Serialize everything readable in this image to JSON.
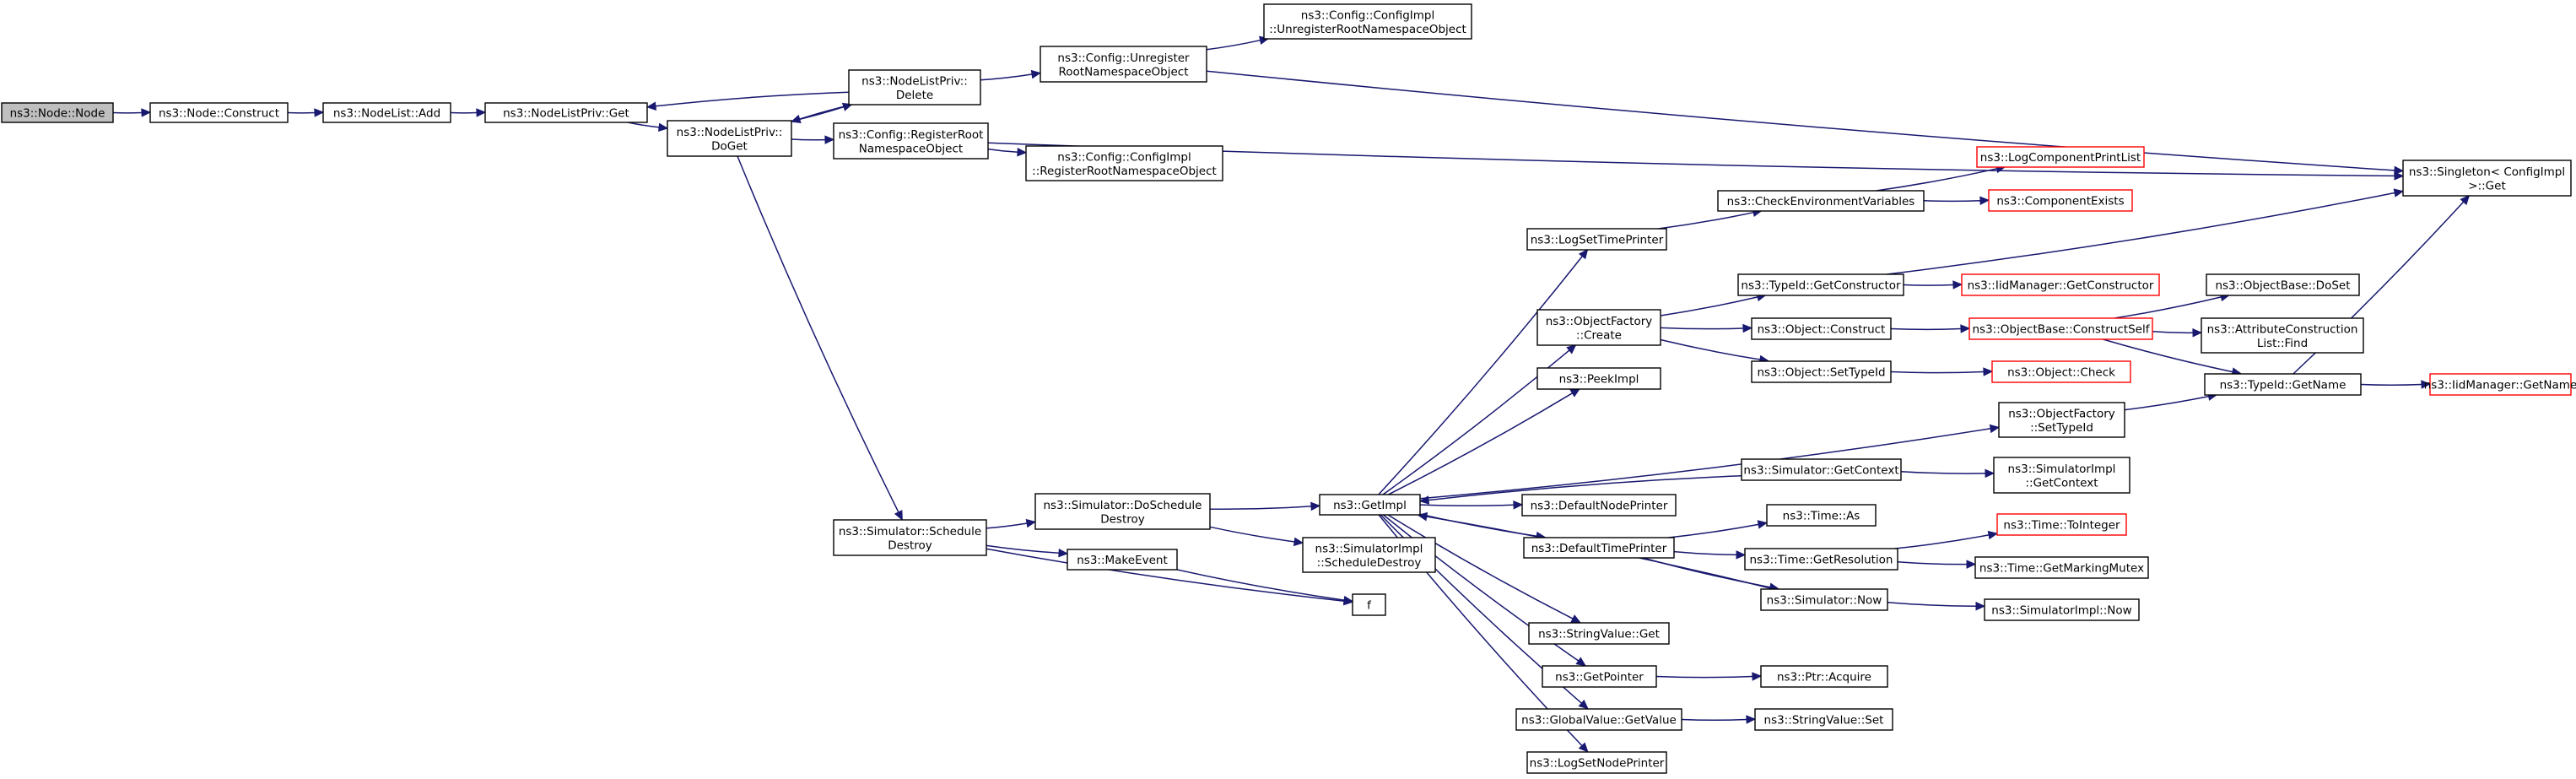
{
  "nodes": [
    {
      "id": "node",
      "lines": [
        "ns3::Node::Node"
      ],
      "style": "root"
    },
    {
      "id": "construct",
      "lines": [
        "ns3::Node::Construct"
      ],
      "style": "normal"
    },
    {
      "id": "nodelist_add",
      "lines": [
        "ns3::NodeList::Add"
      ],
      "style": "normal"
    },
    {
      "id": "nlp_get",
      "lines": [
        "ns3::NodeListPriv::Get"
      ],
      "style": "normal"
    },
    {
      "id": "nlp_delete",
      "lines": [
        "ns3::NodeListPriv::",
        "Delete"
      ],
      "style": "normal"
    },
    {
      "id": "nlp_doget",
      "lines": [
        "ns3::NodeListPriv::",
        "DoGet"
      ],
      "style": "normal"
    },
    {
      "id": "cfg_unreg",
      "lines": [
        "ns3::Config::Unregister",
        "RootNamespaceObject"
      ],
      "style": "normal"
    },
    {
      "id": "cfgimpl_unreg",
      "lines": [
        "ns3::Config::ConfigImpl",
        "::UnregisterRootNamespaceObject"
      ],
      "style": "normal"
    },
    {
      "id": "cfg_reg",
      "lines": [
        "ns3::Config::RegisterRoot",
        "NamespaceObject"
      ],
      "style": "normal"
    },
    {
      "id": "cfgimpl_reg",
      "lines": [
        "ns3::Config::ConfigImpl",
        "::RegisterRootNamespaceObject"
      ],
      "style": "normal"
    },
    {
      "id": "singleton_get",
      "lines": [
        "ns3::Singleton< ConfigImpl",
        " >::Get"
      ],
      "style": "normal"
    },
    {
      "id": "sim_sched_destroy",
      "lines": [
        "ns3::Simulator::Schedule",
        "Destroy"
      ],
      "style": "normal"
    },
    {
      "id": "sim_dosched_destroy",
      "lines": [
        "ns3::Simulator::DoSchedule",
        "Destroy"
      ],
      "style": "normal"
    },
    {
      "id": "makeevent",
      "lines": [
        "ns3::MakeEvent"
      ],
      "style": "normal"
    },
    {
      "id": "f",
      "lines": [
        "f"
      ],
      "style": "normal"
    },
    {
      "id": "getimpl",
      "lines": [
        "ns3::GetImpl"
      ],
      "style": "normal"
    },
    {
      "id": "simimpl_sched_destroy",
      "lines": [
        "ns3::SimulatorImpl",
        "::ScheduleDestroy"
      ],
      "style": "normal"
    },
    {
      "id": "log_set_time_printer",
      "lines": [
        "ns3::LogSetTimePrinter"
      ],
      "style": "normal"
    },
    {
      "id": "check_env",
      "lines": [
        "ns3::CheckEnvironmentVariables"
      ],
      "style": "normal"
    },
    {
      "id": "log_comp_print_list",
      "lines": [
        "ns3::LogComponentPrintList"
      ],
      "style": "trunc"
    },
    {
      "id": "comp_exists",
      "lines": [
        "ns3::ComponentExists"
      ],
      "style": "trunc"
    },
    {
      "id": "objfactory_create",
      "lines": [
        "ns3::ObjectFactory",
        "::Create"
      ],
      "style": "normal"
    },
    {
      "id": "typeid_getctor",
      "lines": [
        "ns3::TypeId::GetConstructor"
      ],
      "style": "normal"
    },
    {
      "id": "iidmgr_getctor",
      "lines": [
        "ns3::IidManager::GetConstructor"
      ],
      "style": "trunc"
    },
    {
      "id": "obj_construct",
      "lines": [
        "ns3::Object::Construct"
      ],
      "style": "normal"
    },
    {
      "id": "objbase_constructself",
      "lines": [
        "ns3::ObjectBase::ConstructSelf"
      ],
      "style": "trunc"
    },
    {
      "id": "objbase_doset",
      "lines": [
        "ns3::ObjectBase::DoSet"
      ],
      "style": "normal"
    },
    {
      "id": "attr_list_find",
      "lines": [
        "ns3::AttributeConstruction",
        "List::Find"
      ],
      "style": "normal"
    },
    {
      "id": "obj_settypeid",
      "lines": [
        "ns3::Object::SetTypeId"
      ],
      "style": "normal"
    },
    {
      "id": "obj_check",
      "lines": [
        "ns3::Object::Check"
      ],
      "style": "trunc"
    },
    {
      "id": "peekimpl",
      "lines": [
        "ns3::PeekImpl"
      ],
      "style": "normal"
    },
    {
      "id": "objfactory_settypeid",
      "lines": [
        "ns3::ObjectFactory",
        "::SetTypeId"
      ],
      "style": "normal"
    },
    {
      "id": "typeid_getname",
      "lines": [
        "ns3::TypeId::GetName"
      ],
      "style": "normal"
    },
    {
      "id": "iidmgr_getname",
      "lines": [
        "ns3::IidManager::GetName"
      ],
      "style": "trunc"
    },
    {
      "id": "default_node_printer",
      "lines": [
        "ns3::DefaultNodePrinter"
      ],
      "style": "normal"
    },
    {
      "id": "sim_getcontext",
      "lines": [
        "ns3::Simulator::GetContext"
      ],
      "style": "normal"
    },
    {
      "id": "simimpl_getcontext",
      "lines": [
        "ns3::SimulatorImpl",
        "::GetContext"
      ],
      "style": "normal"
    },
    {
      "id": "default_time_printer",
      "lines": [
        "ns3::DefaultTimePrinter"
      ],
      "style": "normal"
    },
    {
      "id": "time_as",
      "lines": [
        "ns3::Time::As"
      ],
      "style": "normal"
    },
    {
      "id": "time_toint",
      "lines": [
        "ns3::Time::ToInteger"
      ],
      "style": "trunc"
    },
    {
      "id": "time_getres",
      "lines": [
        "ns3::Time::GetResolution"
      ],
      "style": "normal"
    },
    {
      "id": "time_markmutex",
      "lines": [
        "ns3::Time::GetMarkingMutex"
      ],
      "style": "normal"
    },
    {
      "id": "sim_now",
      "lines": [
        "ns3::Simulator::Now"
      ],
      "style": "normal"
    },
    {
      "id": "simimpl_now",
      "lines": [
        "ns3::SimulatorImpl::Now"
      ],
      "style": "normal"
    },
    {
      "id": "stringvalue_get",
      "lines": [
        "ns3::StringValue::Get"
      ],
      "style": "normal"
    },
    {
      "id": "getpointer",
      "lines": [
        "ns3::GetPointer"
      ],
      "style": "normal"
    },
    {
      "id": "ptr_acquire",
      "lines": [
        "ns3::Ptr::Acquire"
      ],
      "style": "normal"
    },
    {
      "id": "globalvalue_getvalue",
      "lines": [
        "ns3::GlobalValue::GetValue"
      ],
      "style": "normal"
    },
    {
      "id": "stringvalue_set",
      "lines": [
        "ns3::StringValue::Set"
      ],
      "style": "normal"
    },
    {
      "id": "log_set_node_printer",
      "lines": [
        "ns3::LogSetNodePrinter"
      ],
      "style": "normal"
    }
  ],
  "edges": [
    [
      "node",
      "construct"
    ],
    [
      "construct",
      "nodelist_add"
    ],
    [
      "nodelist_add",
      "nlp_get"
    ],
    [
      "nlp_get",
      "nlp_doget"
    ],
    [
      "nlp_delete",
      "nlp_get"
    ],
    [
      "nlp_delete",
      "nlp_doget"
    ],
    [
      "nlp_delete",
      "cfg_unreg"
    ],
    [
      "nlp_doget",
      "nlp_delete"
    ],
    [
      "nlp_doget",
      "cfg_reg"
    ],
    [
      "nlp_doget",
      "sim_sched_destroy"
    ],
    [
      "cfg_unreg",
      "cfgimpl_unreg"
    ],
    [
      "cfg_unreg",
      "singleton_get"
    ],
    [
      "cfg_reg",
      "cfgimpl_reg"
    ],
    [
      "cfg_reg",
      "singleton_get"
    ],
    [
      "sim_sched_destroy",
      "sim_dosched_destroy"
    ],
    [
      "sim_sched_destroy",
      "makeevent"
    ],
    [
      "sim_sched_destroy",
      "f"
    ],
    [
      "makeevent",
      "f"
    ],
    [
      "sim_dosched_destroy",
      "getimpl"
    ],
    [
      "sim_dosched_destroy",
      "simimpl_sched_destroy"
    ],
    [
      "getimpl",
      "log_set_time_printer"
    ],
    [
      "getimpl",
      "objfactory_create"
    ],
    [
      "getimpl",
      "peekimpl"
    ],
    [
      "getimpl",
      "objfactory_settypeid"
    ],
    [
      "getimpl",
      "default_node_printer"
    ],
    [
      "getimpl",
      "default_time_printer"
    ],
    [
      "getimpl",
      "stringvalue_get"
    ],
    [
      "getimpl",
      "getpointer"
    ],
    [
      "getimpl",
      "globalvalue_getvalue"
    ],
    [
      "getimpl",
      "log_set_node_printer"
    ],
    [
      "log_set_time_printer",
      "check_env"
    ],
    [
      "check_env",
      "log_comp_print_list"
    ],
    [
      "check_env",
      "comp_exists"
    ],
    [
      "objfactory_create",
      "typeid_getctor"
    ],
    [
      "objfactory_create",
      "obj_construct"
    ],
    [
      "objfactory_create",
      "obj_settypeid"
    ],
    [
      "typeid_getctor",
      "iidmgr_getctor"
    ],
    [
      "typeid_getctor",
      "singleton_get"
    ],
    [
      "obj_construct",
      "objbase_constructself"
    ],
    [
      "objbase_constructself",
      "objbase_doset"
    ],
    [
      "objbase_constructself",
      "attr_list_find"
    ],
    [
      "objbase_constructself",
      "typeid_getname"
    ],
    [
      "obj_settypeid",
      "obj_check"
    ],
    [
      "objfactory_settypeid",
      "typeid_getname"
    ],
    [
      "typeid_getname",
      "iidmgr_getname"
    ],
    [
      "typeid_getname",
      "singleton_get"
    ],
    [
      "sim_getcontext",
      "getimpl"
    ],
    [
      "sim_getcontext",
      "simimpl_getcontext"
    ],
    [
      "default_time_printer",
      "time_as"
    ],
    [
      "default_time_printer",
      "time_getres"
    ],
    [
      "default_time_printer",
      "sim_now"
    ],
    [
      "time_getres",
      "time_toint"
    ],
    [
      "time_getres",
      "time_markmutex"
    ],
    [
      "sim_now",
      "getimpl"
    ],
    [
      "sim_now",
      "simimpl_now"
    ],
    [
      "getpointer",
      "ptr_acquire"
    ],
    [
      "globalvalue_getvalue",
      "stringvalue_set"
    ]
  ]
}
